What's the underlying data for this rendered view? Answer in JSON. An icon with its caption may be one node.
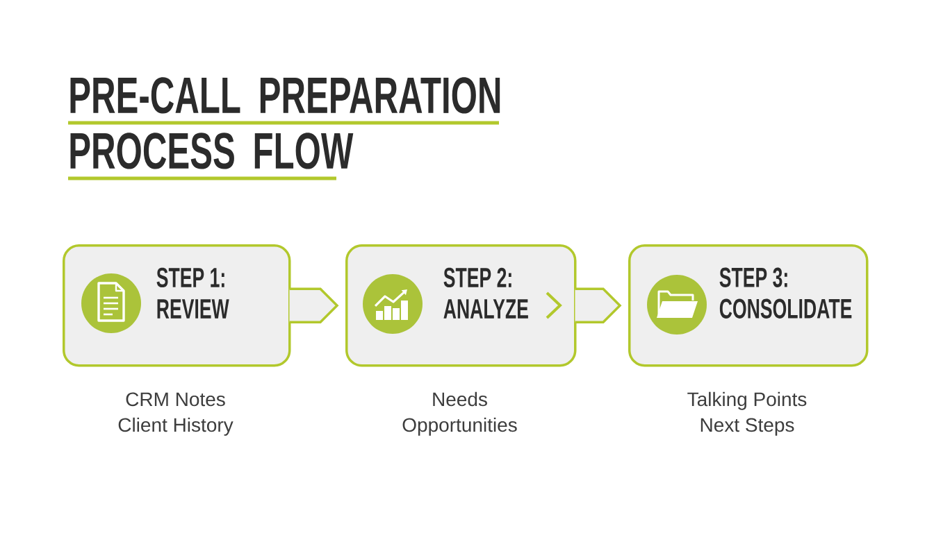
{
  "diagram": {
    "title": "PRE-CALL PREPARATION PROCESS FLOW",
    "nodes": [
      {
        "text": [
          "STEP 1: REVIEW"
        ],
        "beside": [
          "CRM Notes",
          "Client History"
        ]
      },
      {
        "text": [
          "STEP 2: ANALYZE"
        ],
        "beside": [
          "Needs",
          "Opportunities"
        ]
      },
      {
        "text": [
          "STEP 3: CONSOLIDATE"
        ],
        "beside": [
          "Talking Points",
          "Next Steps"
        ]
      }
    ],
    "edges": [
      {
        "from": 0,
        "to": 1,
        "arrow": "to"
      },
      {
        "from": 1,
        "to": 2,
        "arrow": "to"
      }
    ]
  }
}
